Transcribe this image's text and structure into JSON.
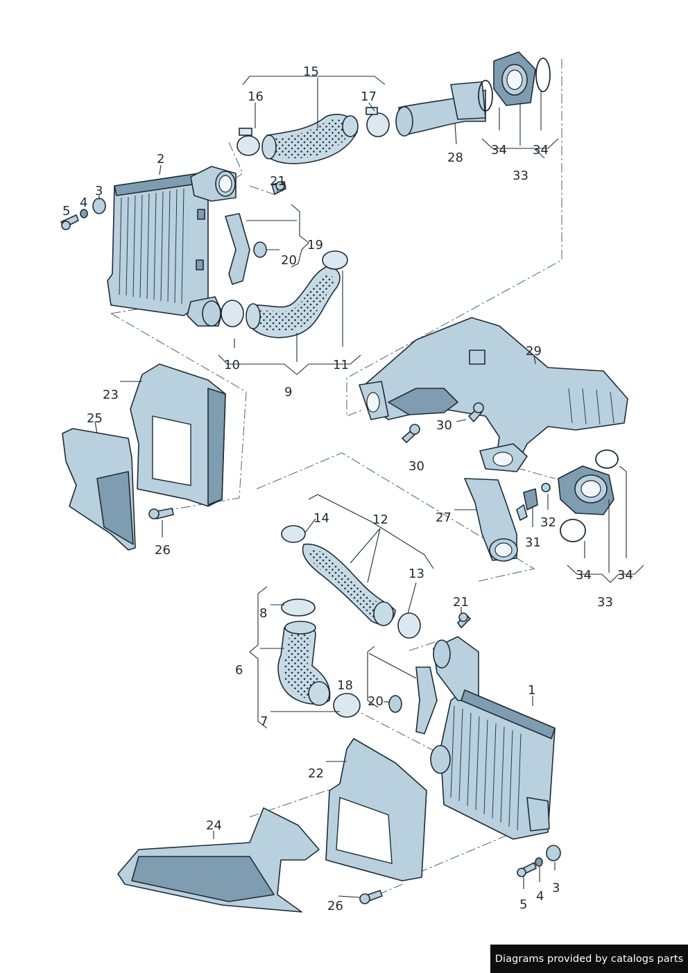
{
  "credit": "Diagrams provided by catalogs parts",
  "callouts": {
    "c1": "1",
    "c2": "2",
    "c3a": "3",
    "c3b": "3",
    "c4a": "4",
    "c4b": "4",
    "c5a": "5",
    "c5b": "5",
    "c6": "6",
    "c7": "7",
    "c8": "8",
    "c9": "9",
    "c10": "10",
    "c11": "11",
    "c12": "12",
    "c13": "13",
    "c14": "14",
    "c15": "15",
    "c16": "16",
    "c17": "17",
    "c18": "18",
    "c19": "19",
    "c20a": "20",
    "c20b": "20",
    "c21a": "21",
    "c21b": "21",
    "c22": "22",
    "c23": "23",
    "c24": "24",
    "c25": "25",
    "c26a": "26",
    "c26b": "26",
    "c27": "27",
    "c28": "28",
    "c29": "29",
    "c30a": "30",
    "c30b": "30",
    "c31": "31",
    "c32": "32",
    "c33a": "33",
    "c33b": "33",
    "c34a": "34",
    "c34b": "34",
    "c34c": "34",
    "c34d": "34"
  }
}
